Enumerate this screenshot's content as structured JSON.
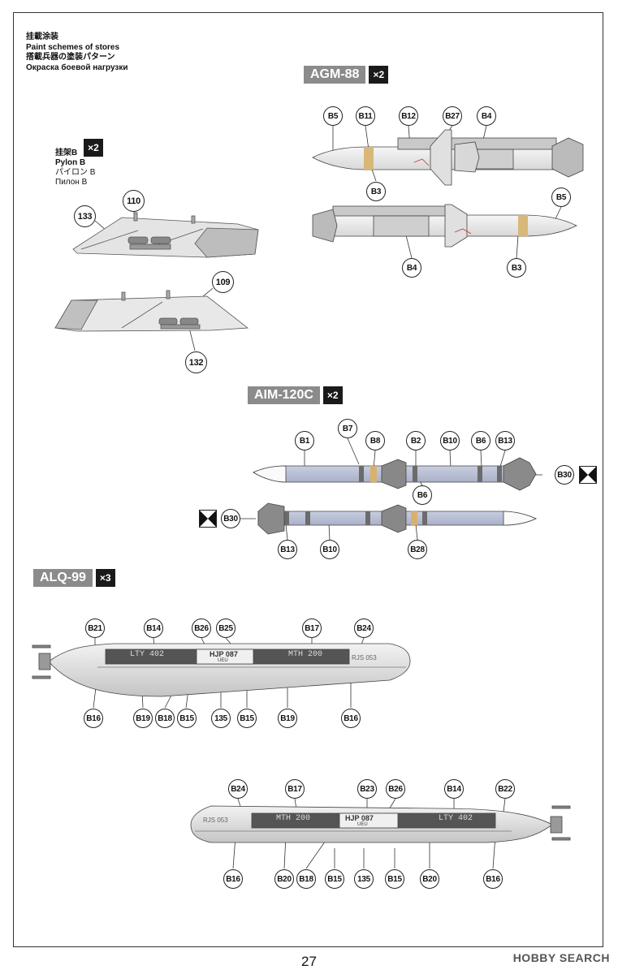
{
  "header": {
    "jp": "挂載涂装",
    "en": "Paint schemes of stores",
    "ja": "搭載兵器の塗装パターン",
    "ru": "Окраска боевой нагрузки"
  },
  "pylon": {
    "count": "×2",
    "zh": "挂架B",
    "en": "Pylon B",
    "ja": "パイロン B",
    "ru": "Пилон В",
    "c110": "110",
    "c133": "133",
    "c109": "109",
    "c132": "132"
  },
  "agm": {
    "name": "AGM-88",
    "count": "×2",
    "t1": [
      "B5",
      "B11",
      "B12",
      "B27",
      "B4"
    ],
    "b1": "B3",
    "t2": "B5",
    "b2": [
      "B4",
      "B3"
    ]
  },
  "aim": {
    "name": "AIM-120C",
    "count": "×2",
    "t1": [
      "B1",
      "B7",
      "B8",
      "B2",
      "B10",
      "B6",
      "B13"
    ],
    "r1": "B30",
    "b1": "B6",
    "l2": "B30",
    "b2": [
      "B13",
      "B10",
      "B28"
    ]
  },
  "alq": {
    "name": "ALQ-99",
    "count": "×3",
    "t1": [
      "B21",
      "B14",
      "B26",
      "B25",
      "B17",
      "B24"
    ],
    "b1": [
      "B16",
      "B19",
      "B18",
      "B15",
      "135",
      "B15",
      "B19",
      "B16"
    ],
    "t2": [
      "B24",
      "B17",
      "B23",
      "B26",
      "B14",
      "B22"
    ],
    "b2": [
      "B16",
      "B20",
      "B18",
      "B15",
      "135",
      "B15",
      "B20",
      "B16"
    ],
    "pod1": {
      "s1": "LTY 402",
      "s2": "HJP 087",
      "s3": "MTH 200",
      "s4": "RJS 053",
      "s5": "UEU"
    },
    "pod2": {
      "s1": "MTH 200",
      "s2": "HJP 087",
      "s3": "LTY 402",
      "s4": "RJS 053",
      "s5": "UEU"
    }
  },
  "page": "27",
  "watermark": "HOBBY SEARCH"
}
